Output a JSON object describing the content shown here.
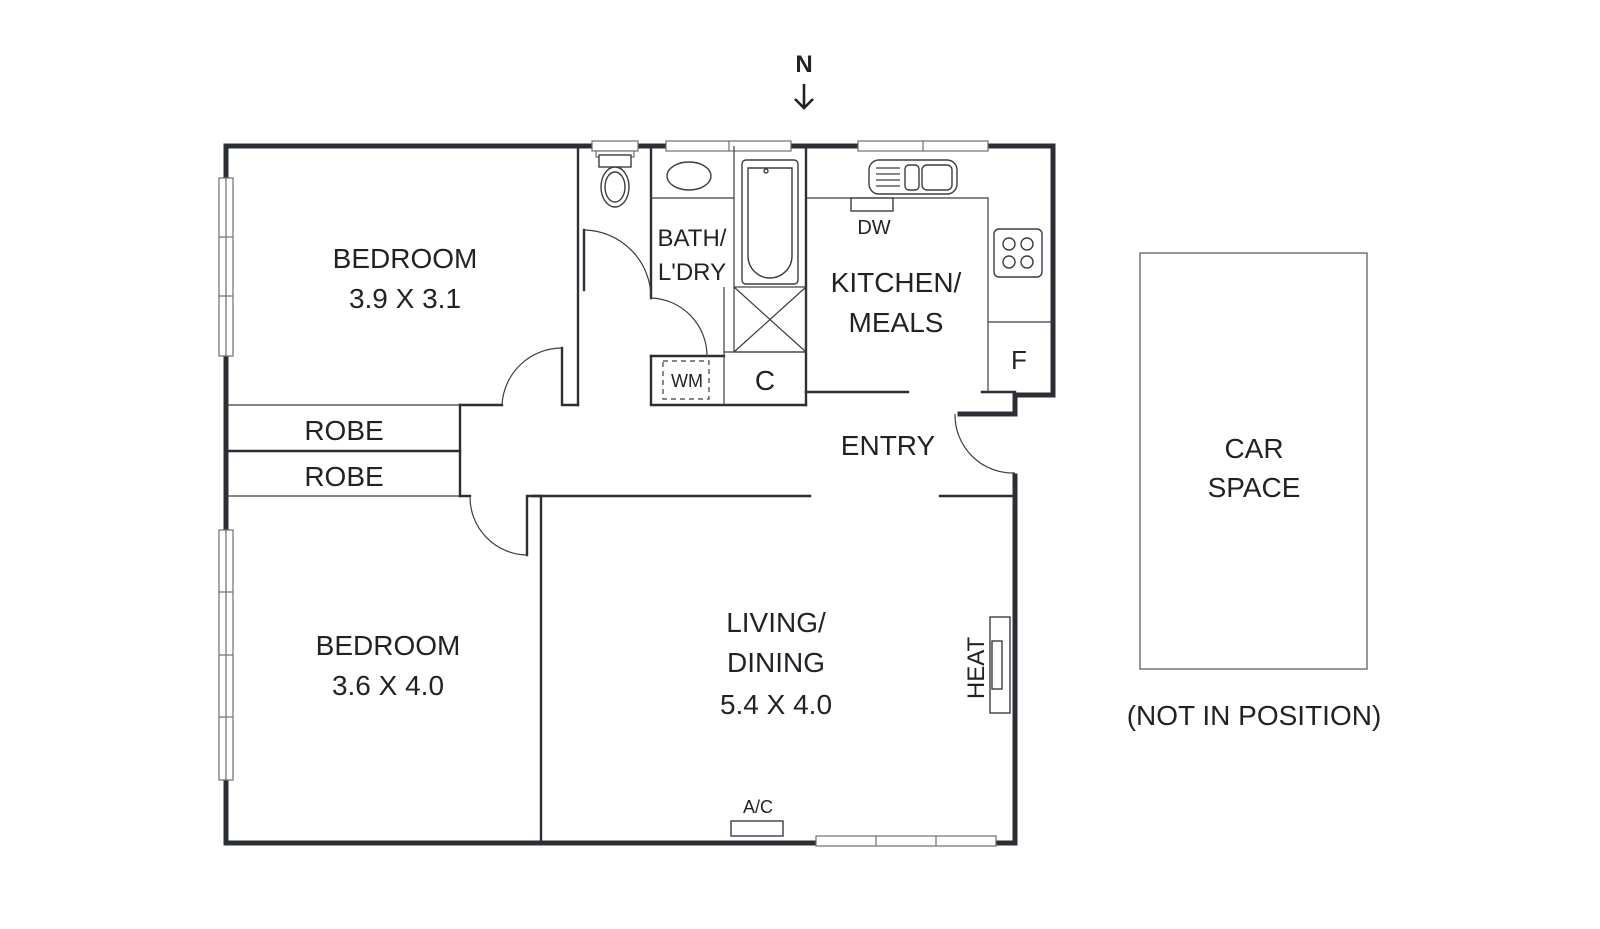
{
  "compass": {
    "label": "N",
    "icon": "arrow-down-icon"
  },
  "rooms": {
    "bedroom1": {
      "name": "BEDROOM",
      "size": "3.9 X 3.1"
    },
    "bedroom2": {
      "name": "BEDROOM",
      "size": "3.6 X 4.0"
    },
    "robe1": {
      "name": "ROBE"
    },
    "robe2": {
      "name": "ROBE"
    },
    "bath": {
      "line1": "BATH/",
      "line2": "L'DRY"
    },
    "kitchen": {
      "line1": "KITCHEN/",
      "line2": "MEALS"
    },
    "entry": {
      "name": "ENTRY"
    },
    "living": {
      "line1": "LIVING/",
      "line2": "DINING",
      "size": "5.4 X 4.0"
    }
  },
  "fixtures": {
    "dishwasher": "DW",
    "washing_machine": "WM",
    "cupboard": "C",
    "fridge": "F",
    "heater": "HEAT",
    "air_conditioner": "A/C"
  },
  "car_space": {
    "line1": "CAR",
    "line2": "SPACE",
    "note": "(NOT IN POSITION)"
  },
  "colors": {
    "wall": "#2b2f33",
    "text": "#1f2326",
    "background": "#ffffff"
  }
}
